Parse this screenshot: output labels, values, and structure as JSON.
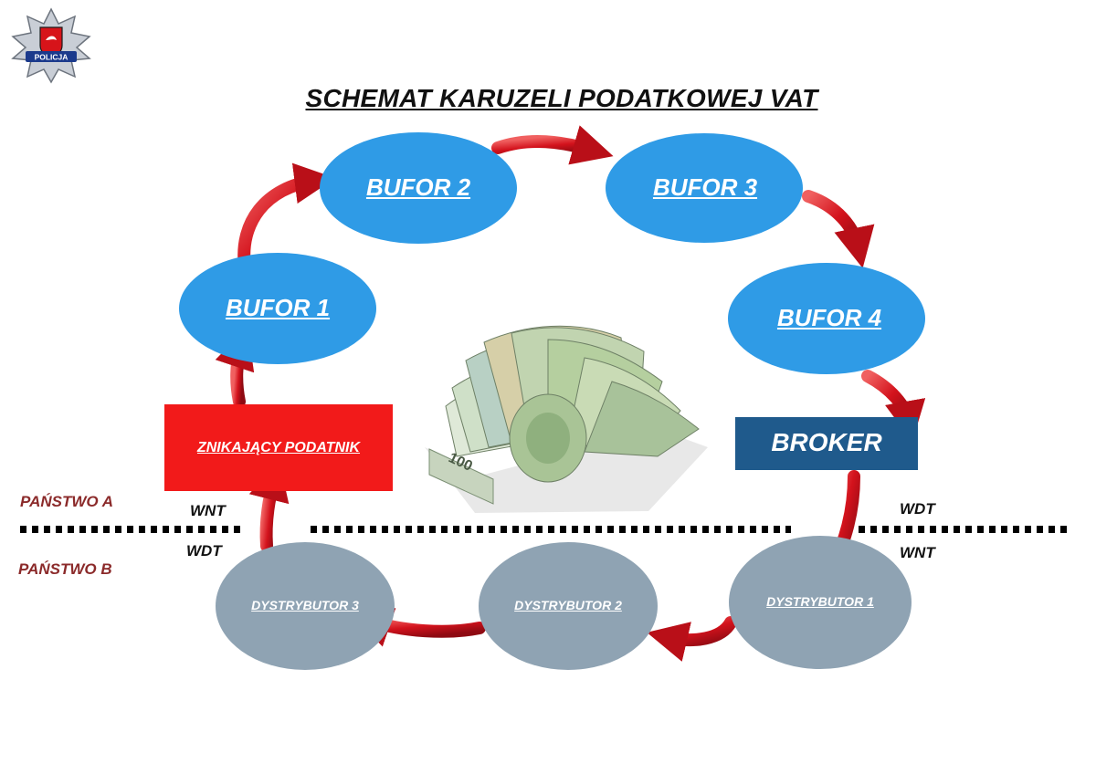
{
  "title": "SCHEMAT KARUZELI PODATKOWEJ VAT",
  "logo": {
    "text": "POLICJA"
  },
  "nodes": {
    "bufor1": "BUFOR 1",
    "bufor2": "BUFOR 2",
    "bufor3": "BUFOR 3",
    "bufor4": "BUFOR 4",
    "broker": "BROKER",
    "znikajacy": "ZNIKAJĄCY PODATNIK",
    "dystrybutor1": "DYSTRYBUTOR 1",
    "dystrybutor2": "DYSTRYBUTOR 2",
    "dystrybutor3": "DYSTRYBUTOR 3"
  },
  "countries": {
    "a": "PAŃSTWO A",
    "b": "PAŃSTWO B"
  },
  "flows": {
    "left_top": "WNT",
    "left_bottom": "WDT",
    "right_top": "WDT",
    "right_bottom": "WNT"
  },
  "colors": {
    "bufor": "#2f9be6",
    "broker": "#1f5a8c",
    "znikajacy": "#f21a1a",
    "dystrybutor": "#8fa3b3",
    "arrow": "#c8101b",
    "country": "#8b2a2a"
  }
}
